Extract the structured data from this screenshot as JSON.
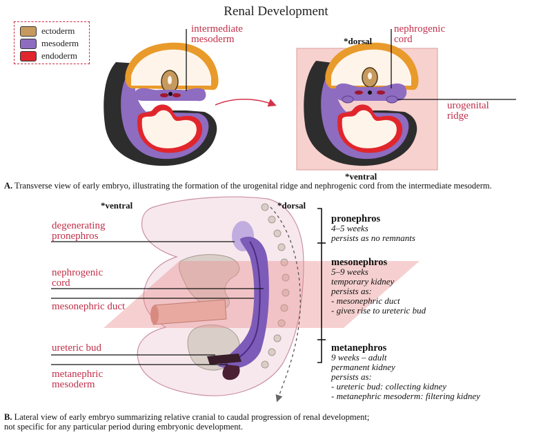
{
  "title": "Renal Development",
  "legend": [
    {
      "label": "ectoderm",
      "color": "#c69a5e"
    },
    {
      "label": "mesoderm",
      "color": "#8e6cc0"
    },
    {
      "label": "endoderm",
      "color": "#e0262c"
    }
  ],
  "panel_a": {
    "label_intermediate": [
      "intermediate",
      "mesoderm"
    ],
    "label_nephrogenic": [
      "nephrogenic",
      "cord"
    ],
    "label_urogenital": [
      "urogenital",
      "ridge"
    ],
    "dorsal": "*dorsal",
    "ventral": "*ventral",
    "caption_letter": "A.",
    "caption_text": " Transverse view of early embryo, illustrating the formation of the urogenital ridge and nephrogenic cord from the intermediate mesoderm."
  },
  "panel_b": {
    "ventral": "*ventral",
    "dorsal": "*dorsal",
    "left_labels": {
      "degenerating": [
        "degenerating",
        "pronephros"
      ],
      "nephrogenic": [
        "nephrogenic",
        "cord"
      ],
      "mesonephric": [
        "mesonephric duct"
      ],
      "ureteric": [
        "ureteric bud"
      ],
      "metanephric": [
        "metanephric",
        "mesoderm"
      ]
    },
    "stages": [
      {
        "name": "pronephros",
        "lines": [
          "4–5 weeks",
          "persists as no remnants"
        ]
      },
      {
        "name": "mesonephros",
        "lines": [
          "5–9 weeks",
          "temporary kidney",
          "persists as:",
          "- mesonephric duct",
          "- gives rise to ureteric bud"
        ]
      },
      {
        "name": "metanephros",
        "lines": [
          "9 weeks – adult",
          "permanent kidney",
          "persists as:",
          "- ureteric bud: collecting kidney",
          "- metanephric mesoderm: filtering kidney"
        ]
      }
    ],
    "caption_letter": "B.",
    "caption_lines": [
      " Lateral view of early embryo summarizing relative cranial to caudal progression of renal development;",
      "not specific for any particular period during embryonic development."
    ]
  }
}
